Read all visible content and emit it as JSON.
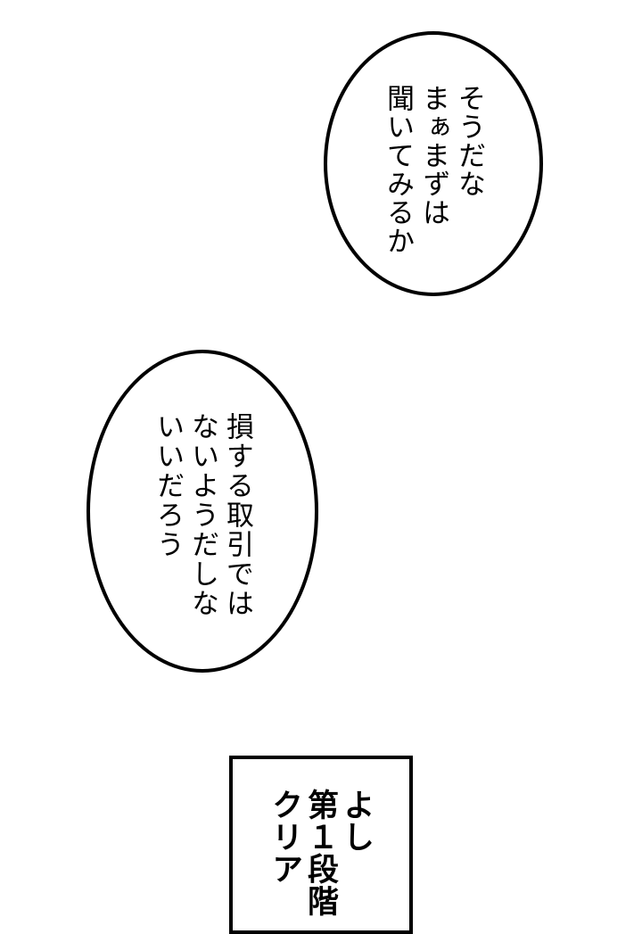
{
  "speech_bubbles": [
    {
      "lines": [
        "そうだな",
        "まぁまずは",
        "聞いてみるか"
      ]
    },
    {
      "lines": [
        "損する取引では",
        "ないようだしな",
        "いいだろう"
      ]
    }
  ],
  "caption_box": {
    "lines": [
      "よし",
      "第１段階",
      "クリア"
    ]
  }
}
